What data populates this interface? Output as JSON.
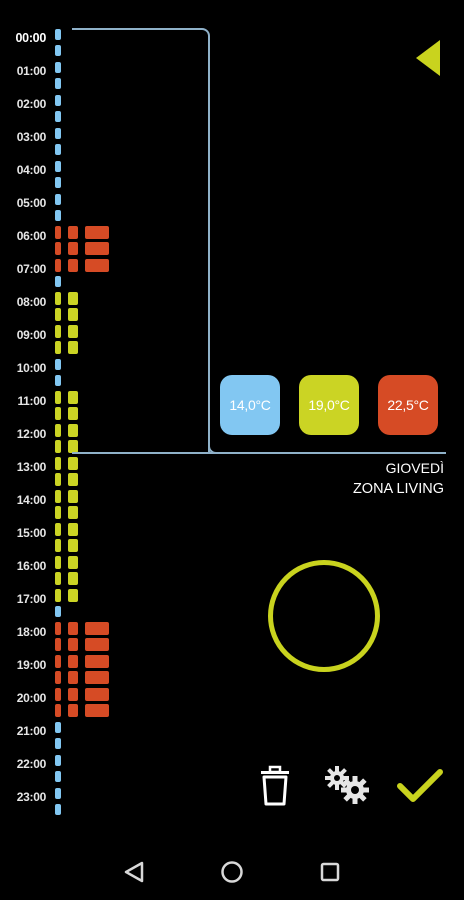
{
  "schedule": {
    "hours": [
      "00:00",
      "01:00",
      "02:00",
      "03:00",
      "04:00",
      "05:00",
      "06:00",
      "07:00",
      "08:00",
      "09:00",
      "10:00",
      "11:00",
      "12:00",
      "13:00",
      "14:00",
      "15:00",
      "16:00",
      "17:00",
      "18:00",
      "19:00",
      "20:00",
      "21:00",
      "22:00",
      "23:00"
    ],
    "current_hour": "00:00",
    "half_hour_levels": [
      1,
      1,
      1,
      1,
      1,
      1,
      1,
      1,
      1,
      1,
      1,
      1,
      3,
      3,
      3,
      1,
      2,
      2,
      2,
      2,
      1,
      1,
      2,
      2,
      2,
      2,
      2,
      2,
      2,
      2,
      2,
      2,
      2,
      2,
      2,
      1,
      3,
      3,
      3,
      3,
      3,
      3,
      1,
      1,
      1,
      1,
      1,
      1
    ]
  },
  "colors": {
    "level_1": "#82c7f2",
    "level_2": "#cbd424",
    "level_3": "#d64b25",
    "frame": "#8fb1c9",
    "accent": "#c9d31e"
  },
  "temperatures": [
    {
      "label": "14,0°C",
      "color": "#82c7f2"
    },
    {
      "label": "19,0°C",
      "color": "#cbd424"
    },
    {
      "label": "22,5°C",
      "color": "#d64b25"
    }
  ],
  "day": "GIOVEDÌ",
  "zone": "ZONA LIVING",
  "icons": {
    "back": "triangle-left-icon",
    "delete": "trash-icon",
    "settings": "gears-icon",
    "confirm": "checkmark-icon",
    "nav_back": "nav-back-icon",
    "nav_home": "nav-home-icon",
    "nav_recents": "nav-recents-icon"
  }
}
